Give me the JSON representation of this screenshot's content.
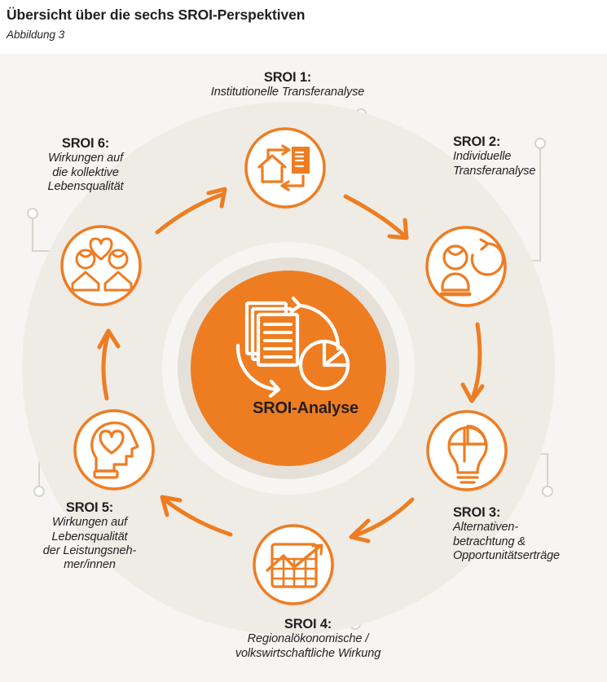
{
  "header": {
    "title": "Übersicht über die sechs SROI-Perspektiven",
    "subtitle": "Abbildung 3"
  },
  "center": {
    "caption": "SROI-Analyse",
    "icon": "documents-pie-chart-cycle-icon"
  },
  "colors": {
    "orange": "#ee7d22",
    "orange_dark": "#e3721c",
    "ring_gray": "#e5e1d8",
    "page_bg": "#f7f5f1",
    "text": "#231f20",
    "connector": "#d8d4cb"
  },
  "nodes": [
    {
      "id": "sroi1",
      "title": "SROI 1:",
      "desc": "Institutionelle Transferanalyse",
      "icon": "house-institution-transfer-icon"
    },
    {
      "id": "sroi2",
      "title": "SROI 2:",
      "desc": "Individuelle\nTransferanalyse",
      "icon": "person-cycle-icon"
    },
    {
      "id": "sroi3",
      "title": "SROI 3:",
      "desc": "Alternativen-\nbetrachtung &\nOpportunitätserträge",
      "icon": "lightbulb-pie-icon"
    },
    {
      "id": "sroi4",
      "title": "SROI 4:",
      "desc": "Regionalökonomische /\nvolkswirtschaftliche Wirkung",
      "icon": "bar-chart-trend-icon"
    },
    {
      "id": "sroi5",
      "title": "SROI 5:",
      "desc": "Wirkungen auf\nLebensqualität\nder Leistungsneh-\nmer/innen",
      "icon": "head-heart-icon"
    },
    {
      "id": "sroi6",
      "title": "SROI 6:",
      "desc": "Wirkungen auf\ndie kollektive\nLebensqualität",
      "icon": "two-people-heart-icon"
    }
  ]
}
